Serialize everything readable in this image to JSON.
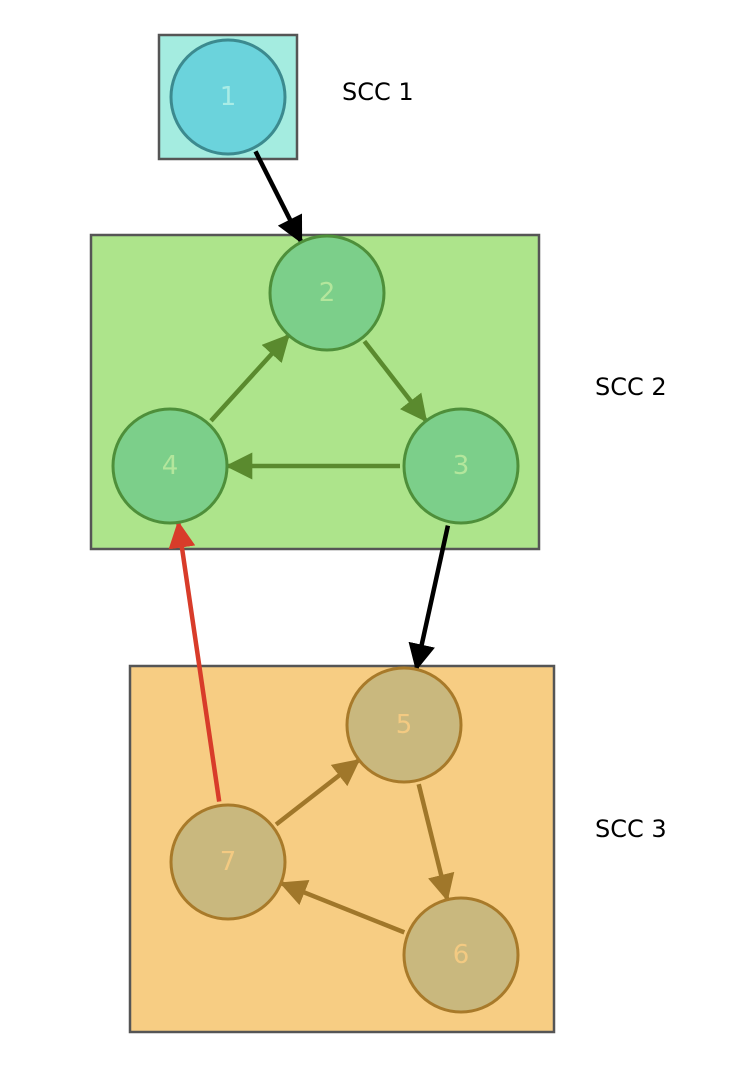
{
  "diagram": {
    "clusters": [
      {
        "id": "scc1",
        "label": "SCC 1",
        "fill": "#a4ece0",
        "stroke": "#555555"
      },
      {
        "id": "scc2",
        "label": "SCC 2",
        "fill": "#ade48b",
        "stroke": "#555555"
      },
      {
        "id": "scc3",
        "label": "SCC 3",
        "fill": "#f7cd83",
        "stroke": "#555555"
      }
    ],
    "nodes": [
      {
        "id": "1",
        "label": "1",
        "cluster": "scc1",
        "fill": "#6bd3dc",
        "stroke": "#3c8a8f",
        "text": "#a9ece6"
      },
      {
        "id": "2",
        "label": "2",
        "cluster": "scc2",
        "fill": "#7ccf8a",
        "stroke": "#4e8f3a",
        "text": "#b3e69c"
      },
      {
        "id": "3",
        "label": "3",
        "cluster": "scc2",
        "fill": "#7ccf8a",
        "stroke": "#4e8f3a",
        "text": "#b3e69c"
      },
      {
        "id": "4",
        "label": "4",
        "cluster": "scc2",
        "fill": "#7ccf8a",
        "stroke": "#4e8f3a",
        "text": "#b3e69c"
      },
      {
        "id": "5",
        "label": "5",
        "cluster": "scc3",
        "fill": "#c9b87e",
        "stroke": "#a87a2a",
        "text": "#f3ca82"
      },
      {
        "id": "6",
        "label": "6",
        "cluster": "scc3",
        "fill": "#c9b87e",
        "stroke": "#a87a2a",
        "text": "#f3ca82"
      },
      {
        "id": "7",
        "label": "7",
        "cluster": "scc3",
        "fill": "#c9b87e",
        "stroke": "#a87a2a",
        "text": "#f3ca82"
      }
    ],
    "edges": [
      {
        "from": "1",
        "to": "2",
        "color": "#000000"
      },
      {
        "from": "2",
        "to": "3",
        "color": "#5a8a2e"
      },
      {
        "from": "3",
        "to": "4",
        "color": "#5a8a2e"
      },
      {
        "from": "4",
        "to": "2",
        "color": "#5a8a2e"
      },
      {
        "from": "3",
        "to": "5",
        "color": "#000000"
      },
      {
        "from": "5",
        "to": "6",
        "color": "#a0772a"
      },
      {
        "from": "6",
        "to": "7",
        "color": "#a0772a"
      },
      {
        "from": "7",
        "to": "5",
        "color": "#a0772a"
      },
      {
        "from": "7",
        "to": "4",
        "color": "#d83c2a"
      }
    ]
  }
}
